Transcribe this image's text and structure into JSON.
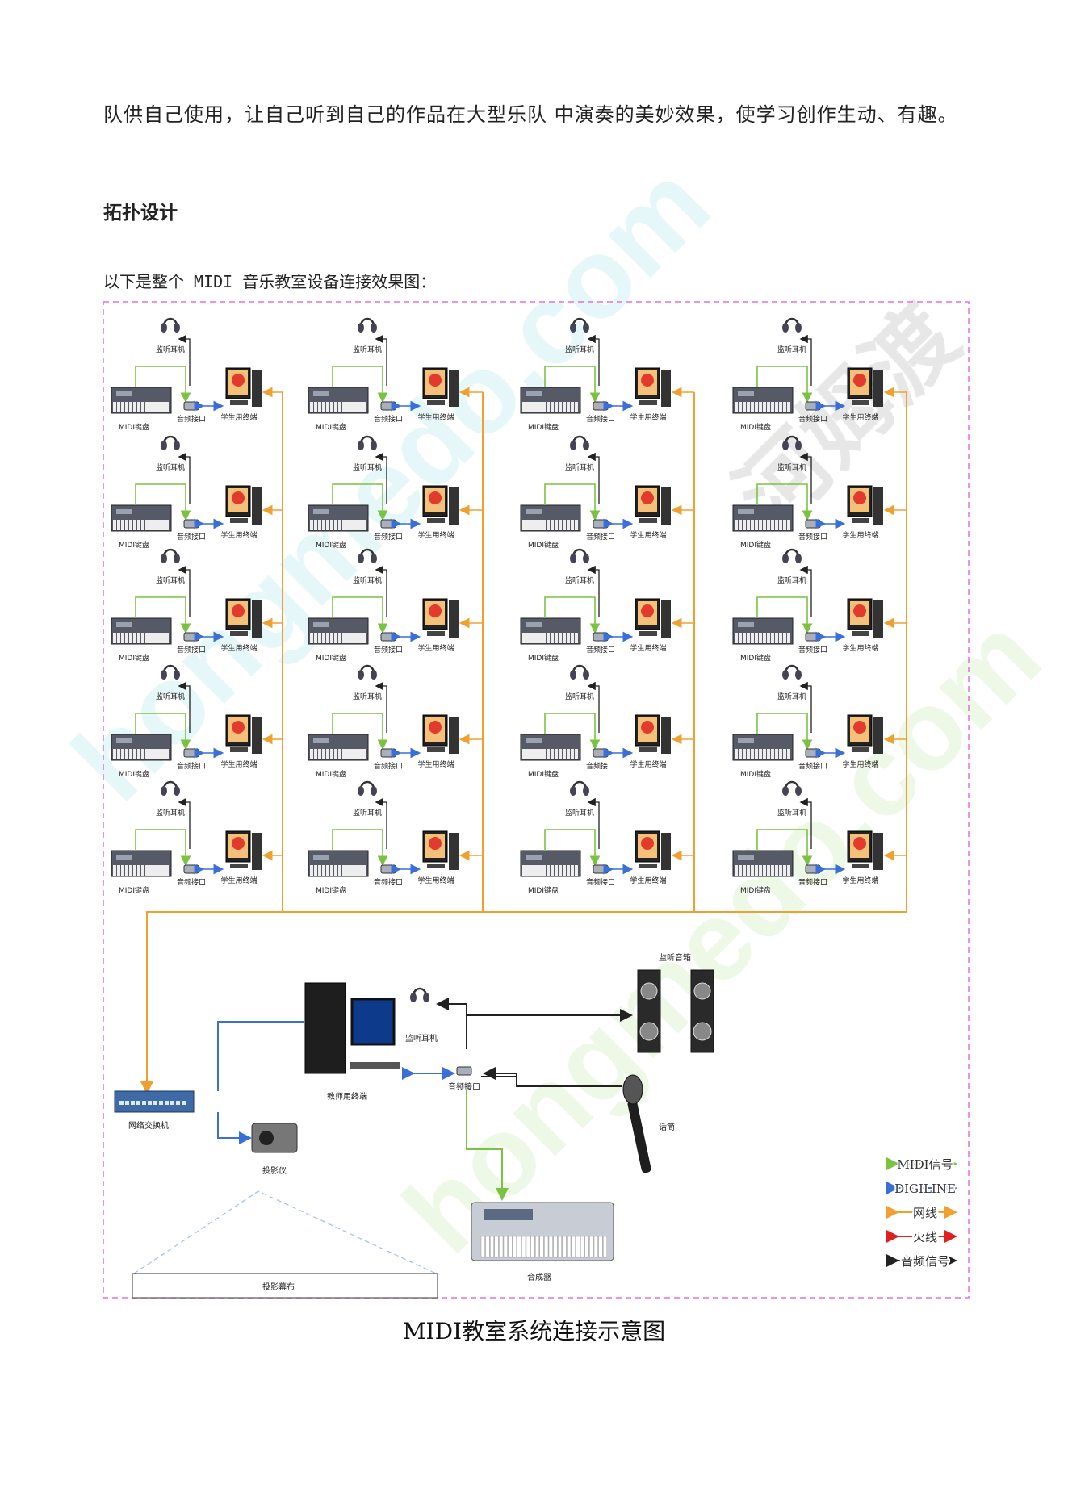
{
  "body_text": {
    "paragraph_1": "队供自己使用，让自己听到自己的作品在大型乐队 中演奏的美妙效果，使学习创作生动、有趣。",
    "section_heading": "拓扑设计",
    "intro_line": "以下是整个 MIDI 音乐教室设备连接效果图："
  },
  "diagram": {
    "station_labels": {
      "headphones": "监听耳机",
      "keyboard": "MIDI键盘",
      "audio_interface": "音频接口",
      "terminal": "学生用终端"
    },
    "teacher_area": {
      "switch": "网络交换机",
      "teacher_pc": "教师用终端",
      "headphones": "监听耳机",
      "speakers": "监听音箱",
      "audio_interface": "音频接口",
      "microphone": "话筒",
      "projector": "投影仪",
      "screen": "投影幕布",
      "synth": "合成器"
    },
    "legend": [
      {
        "label": "MIDI信号",
        "color": "#7cc242"
      },
      {
        "label": "DIGILINE",
        "color": "#3a6fd8"
      },
      {
        "label": "网线",
        "color": "#f0a030"
      },
      {
        "label": "火线",
        "color": "#e02020"
      },
      {
        "label": "音频信号",
        "color": "#222222"
      }
    ],
    "caption": "MIDI教室系统连接示意图"
  },
  "watermark": "hongmedo.com 河姆渡"
}
